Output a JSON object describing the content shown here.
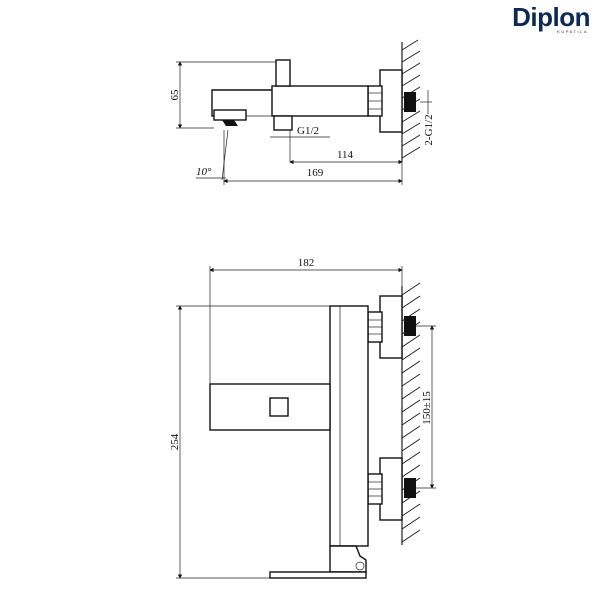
{
  "brand": {
    "name": "Diplon",
    "tagline": "KUPATILA"
  },
  "top_view": {
    "dim_height": "65",
    "dim_thread": "G1/2",
    "dim_inner_length": "114",
    "dim_total_length": "169",
    "dim_angle": "10°",
    "dim_connection": "2-G1/2"
  },
  "front_view": {
    "dim_depth": "182",
    "dim_height": "254",
    "dim_spacing": "150±15"
  }
}
